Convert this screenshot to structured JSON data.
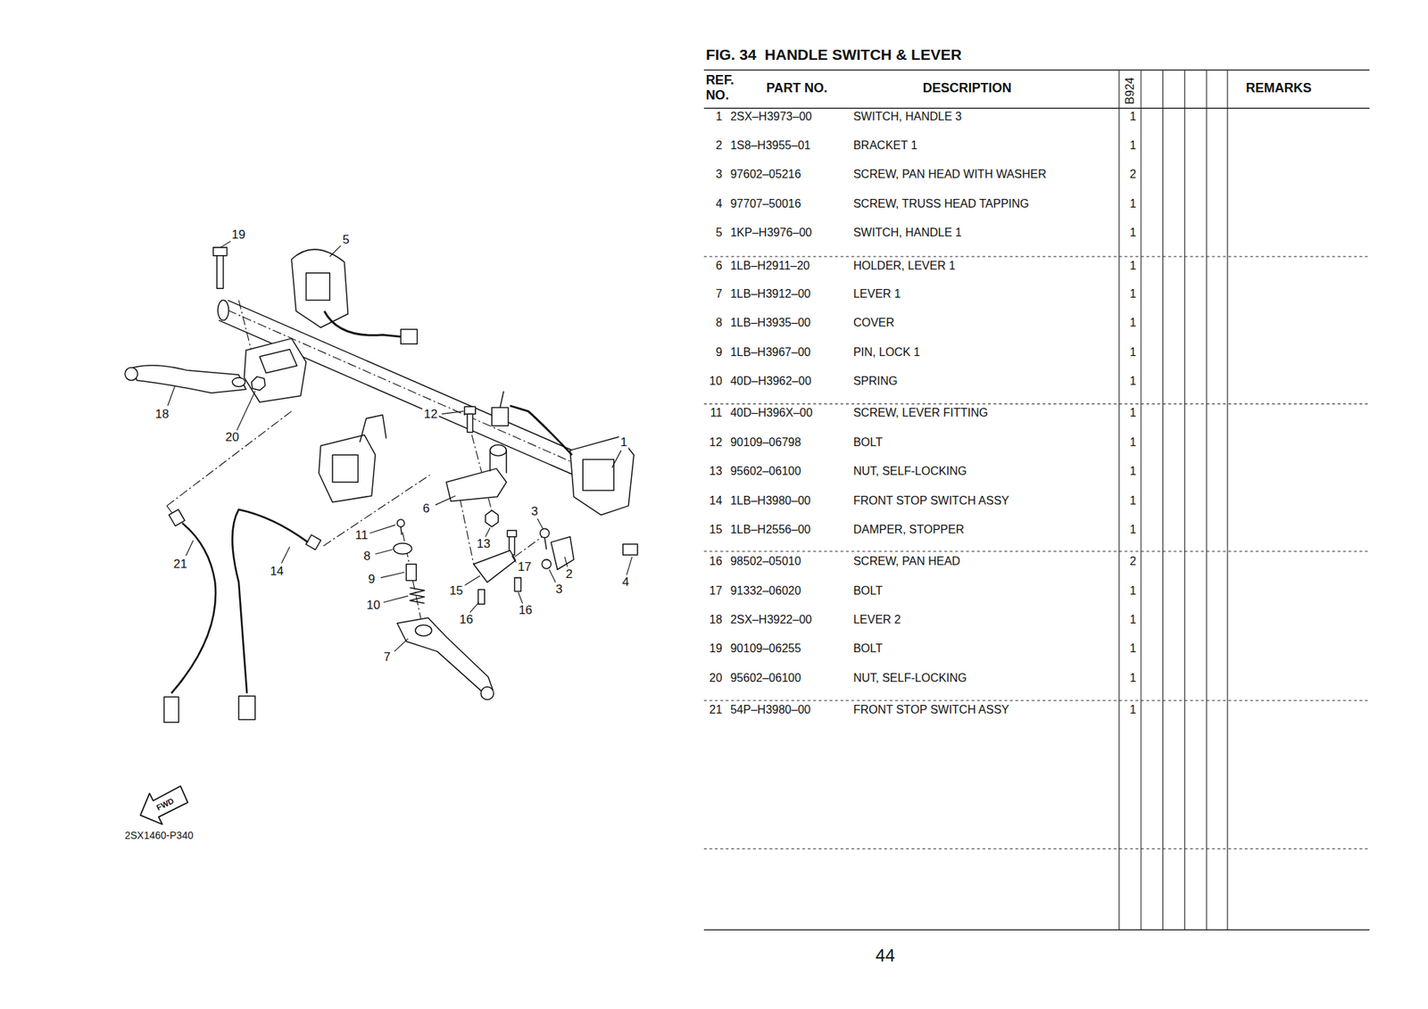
{
  "diagram": {
    "title": "FIG. 34  HANDLE SWITCH & LEVER",
    "labels": [
      "REF. NO.",
      "PART NO.",
      "DESCRIPTION",
      "B924",
      "REMARKS",
      "1",
      "2SX–H3973–00",
      "SWITCH, HANDLE 3",
      "1",
      "2",
      "1S8–H3955–01",
      "BRACKET 1",
      "1",
      "3",
      "97602–05216",
      "SCREW, PAN HEAD WITH WASHER",
      "2",
      "4",
      "97707–50016",
      "SCREW, TRUSS HEAD TAPPING",
      "1",
      "5",
      "1KP–H3976–00",
      "SWITCH, HANDLE 1",
      "1",
      "6",
      "1LB–H2911–20",
      "HOLDER, LEVER 1",
      "1",
      "7",
      "1LB–H3912–00",
      "LEVER 1",
      "1",
      "8",
      "1LB–H3935–00",
      "COVER",
      "1",
      "9",
      "1LB–H3967–00",
      "PIN, LOCK 1",
      "1",
      "10",
      "40D–H3962–00",
      "SPRING",
      "1",
      "11",
      "40D–H396X–00",
      "SCREW, LEVER FITTING",
      "1",
      "12",
      "90109–06798",
      "BOLT",
      "1",
      "13",
      "95602–06100",
      "NUT, SELF-LOCKING",
      "1",
      "14",
      "1LB–H3980–00",
      "FRONT STOP SWITCH ASSY",
      "1",
      "15",
      "1LB–H2556–00",
      "DAMPER, STOPPER",
      "1",
      "16",
      "98502–05010",
      "SCREW, PAN HEAD",
      "2",
      "17",
      "91332–06020",
      "BOLT",
      "1",
      "18",
      "2SX–H3922–00",
      "LEVER 2",
      "1",
      "19",
      "90109–06255",
      "BOLT",
      "1",
      "20",
      "95602–06100",
      "NUT, SELF-LOCKING",
      "1",
      "21",
      "54P–H3980–00",
      "FRONT STOP SWITCH ASSY",
      "1",
      "19",
      "5",
      "18",
      "20",
      "12",
      "1",
      "6",
      "11",
      "8",
      "9",
      "10",
      "21",
      "14",
      "13",
      "3",
      "17",
      "2",
      "15",
      "16",
      "16",
      "3",
      "4",
      "7",
      "FWD",
      "2SX1460-P340",
      "44"
    ]
  }
}
